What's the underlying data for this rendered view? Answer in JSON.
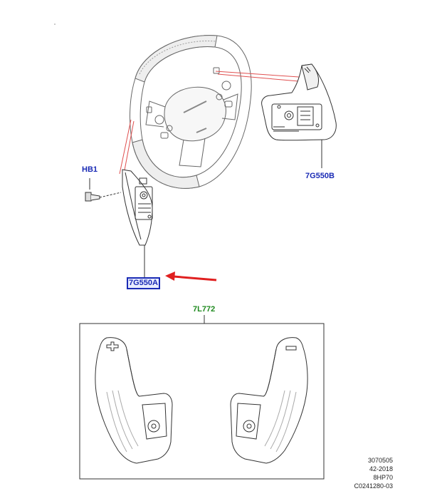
{
  "callouts": {
    "hb1": "HB1",
    "p7g550b": "7G550B",
    "p7g550a": "7G550A",
    "p7l772": "7L772"
  },
  "reference": {
    "line1": "3070505",
    "line2": "42-2018",
    "line3": "8HP70",
    "line4": "C0241280-03"
  },
  "colors": {
    "callout_blue": "#1a2bb5",
    "kit_green": "#1f8a1f",
    "leader_red": "#e05050",
    "arrow_red": "#e02020",
    "line_dark": "#333333"
  }
}
